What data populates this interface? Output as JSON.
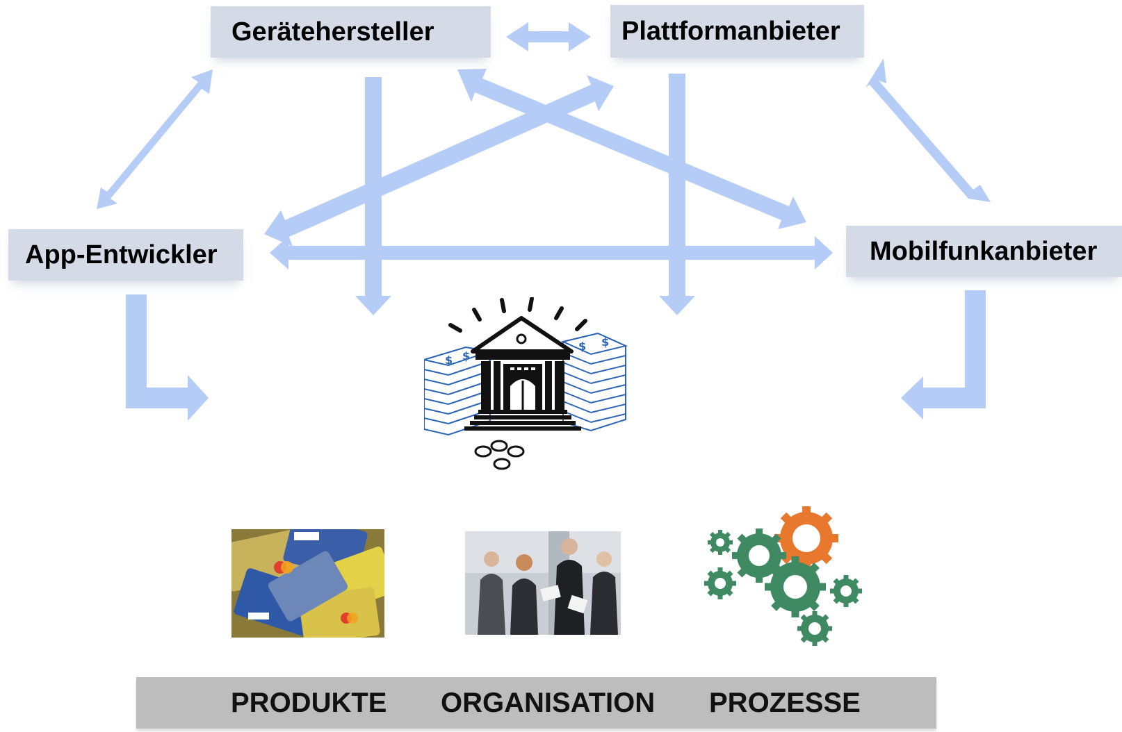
{
  "nodes": {
    "geraetehersteller": "Gerätehersteller",
    "plattformanbieter": "Plattformanbieter",
    "app_entwickler": "App-Entwickler",
    "mobilfunkanbieter": "Mobilfunkanbieter"
  },
  "footer": {
    "items": [
      "PRODUKTE",
      "ORGANISATION",
      "PROZESSE"
    ]
  },
  "colors": {
    "arrow": "#b4ccf6",
    "node_box": "#d5dbe6",
    "footer_bar": "#bdbdbd",
    "bank_ink": "#111111",
    "money_blue": "#2b63b5"
  },
  "icons": [
    "bank-money-icon",
    "credit-cards-photo",
    "business-people-photo",
    "gears-photo"
  ]
}
